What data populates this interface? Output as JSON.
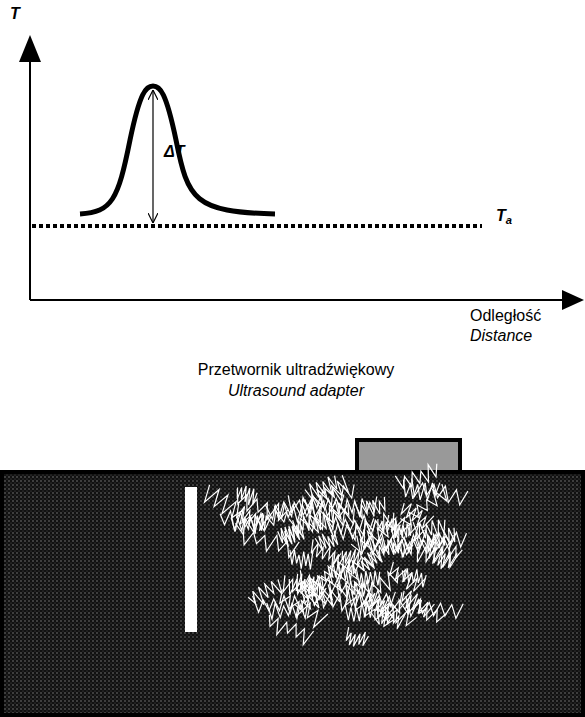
{
  "diagram": {
    "labels": [
      "T",
      "ΔT",
      "Ta",
      "Odległość",
      "Distance",
      "Przetwornik ultradźwiękowy",
      "Ultrasound adapter"
    ]
  }
}
